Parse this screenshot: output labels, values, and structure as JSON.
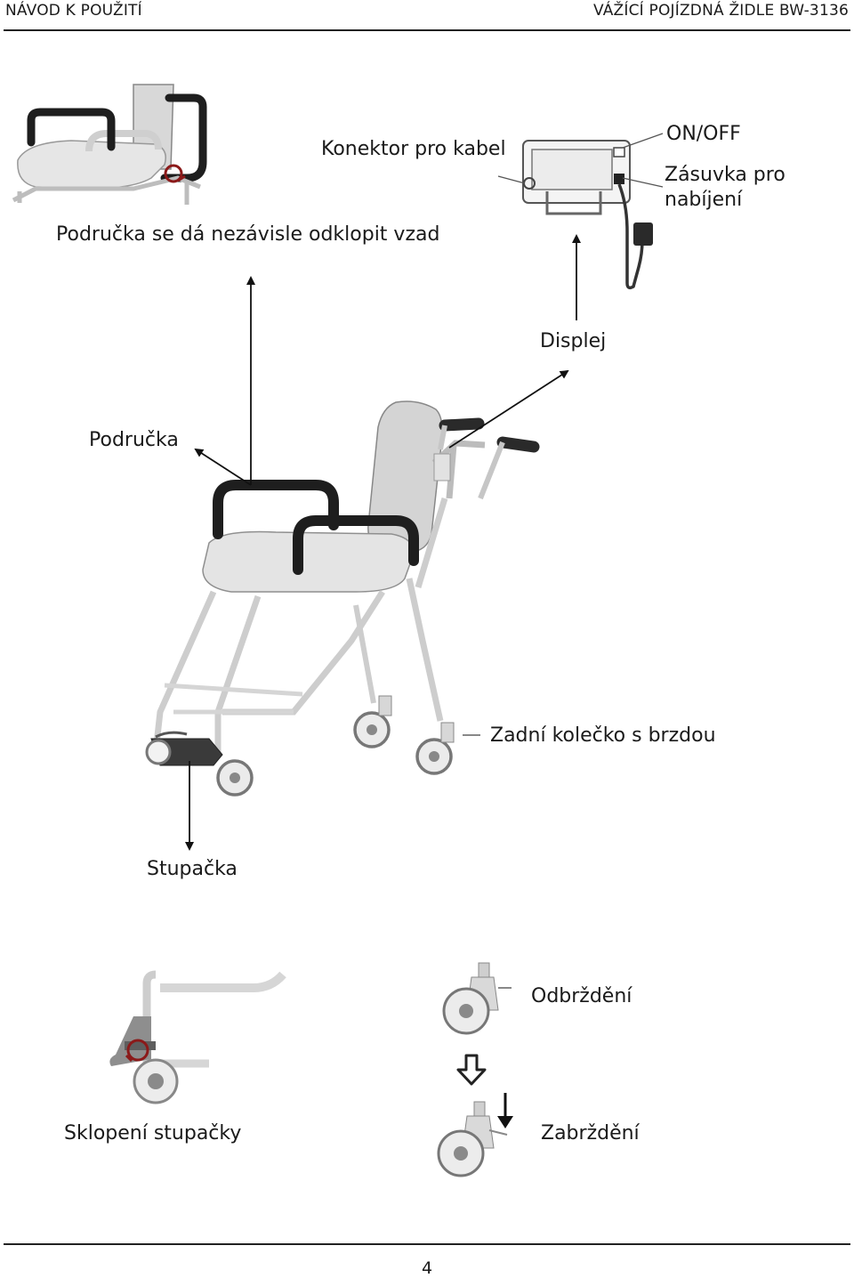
{
  "header": {
    "left": "NÁVOD K POUŽITÍ",
    "right": "VÁŽÍCÍ POJÍZDNÁ ŽIDLE BW-3136"
  },
  "labels": {
    "armrest_fold": "Područka se dá nezávisle odklopit vzad",
    "cable_connector": "Konektor pro kabel",
    "on_off": "ON/OFF",
    "charging_socket_line1": "Zásuvka pro",
    "charging_socket_line2": "nabíjení",
    "display": "Displej",
    "armrest": "Područka",
    "rear_wheel_brake": "Zadní kolečko s brzdou",
    "footrest": "Stupačka",
    "footrest_fold": "Sklopení stupačky",
    "release_brake": "Odbrždění",
    "apply_brake": "Zabrždění"
  },
  "footer": {
    "page_number": "4"
  }
}
